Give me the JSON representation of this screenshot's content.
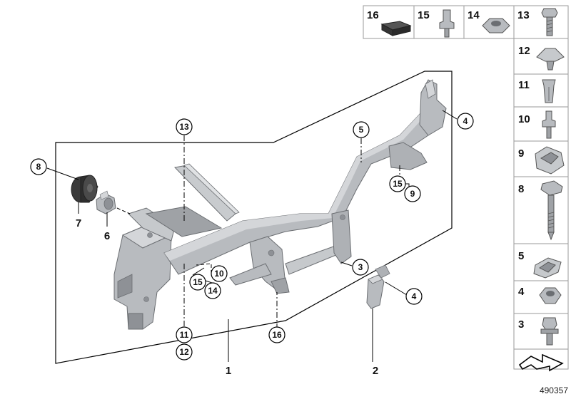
{
  "diagram_id": "490357",
  "part_numbers": {
    "p1": "1",
    "p2": "2",
    "p6": "6",
    "p7": "7"
  },
  "callouts": {
    "c3": "3",
    "c4a": "4",
    "c4b": "4",
    "c5": "5",
    "c8": "8",
    "c9": "9",
    "c10": "10",
    "c11": "11",
    "c12": "12",
    "c13": "13",
    "c14": "14",
    "c15a": "15",
    "c15b": "15",
    "c16": "16"
  },
  "legend": {
    "top_row": [
      "16",
      "15",
      "14",
      "13"
    ],
    "side_column": [
      "12",
      "11",
      "10",
      "9",
      "8",
      "5",
      "4",
      "3"
    ]
  },
  "colors": {
    "frame_fill": "#b8bbbf",
    "frame_light": "#d4d6d9",
    "frame_dark": "#8e9196",
    "line": "#000000",
    "border": "#9a9a9a"
  }
}
